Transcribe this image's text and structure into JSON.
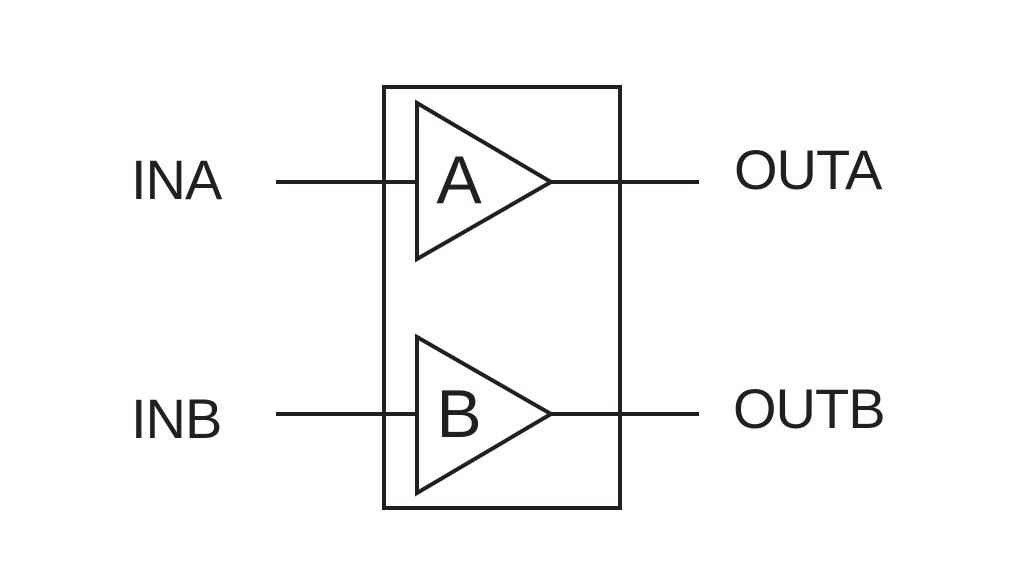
{
  "diagram": {
    "title": "dual-buffer-functional-diagram",
    "ink_color": "#231F20",
    "background_color": "#FFFFFF",
    "channels": [
      {
        "input_label": "INA",
        "buffer_label": "A",
        "output_label": "OUTA"
      },
      {
        "input_label": "INB",
        "buffer_label": "B",
        "output_label": "OUTB"
      }
    ]
  }
}
